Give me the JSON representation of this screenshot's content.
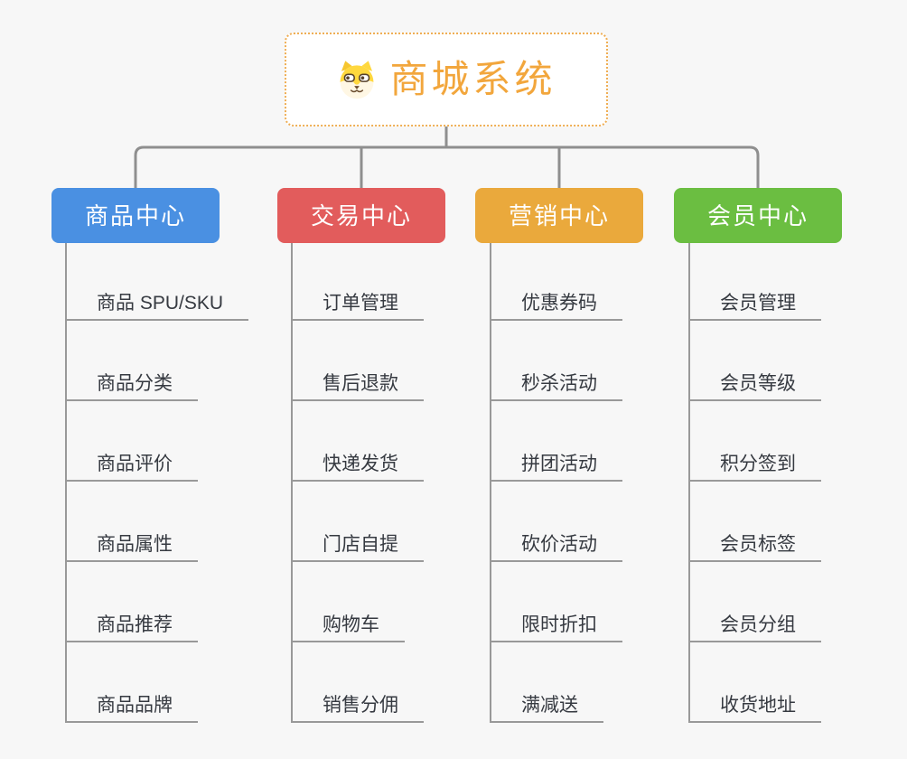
{
  "page": {
    "background_color": "#f7f7f7"
  },
  "diagram": {
    "root": {
      "title": "商城系统",
      "icon": "dog-face-icon",
      "title_color": "#f2a63c",
      "border_color": "#efae54"
    },
    "connector_color": "#8f8f8f",
    "leaf_line_color": "#999999",
    "leaf_text_color": "#363a41",
    "branches": [
      {
        "label": "商品中心",
        "color": "#4a90e2",
        "items": [
          "商品 SPU/SKU",
          "商品分类",
          "商品评价",
          "商品属性",
          "商品推荐",
          "商品品牌"
        ]
      },
      {
        "label": "交易中心",
        "color": "#e25c5c",
        "items": [
          "订单管理",
          "售后退款",
          "快递发货",
          "门店自提",
          "购物车",
          "销售分佣"
        ]
      },
      {
        "label": "营销中心",
        "color": "#eaa93c",
        "items": [
          "优惠券码",
          "秒杀活动",
          "拼团活动",
          "砍价活动",
          "限时折扣",
          "满减送"
        ]
      },
      {
        "label": "会员中心",
        "color": "#6bbe41",
        "items": [
          "会员管理",
          "会员等级",
          "积分签到",
          "会员标签",
          "会员分组",
          "收货地址"
        ]
      }
    ]
  }
}
